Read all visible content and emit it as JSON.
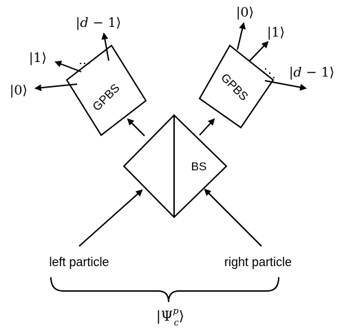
{
  "diagram": {
    "beam_splitter": {
      "label": "BS"
    },
    "gpbs_left": {
      "label": "GPBS"
    },
    "gpbs_right": {
      "label": "GPBS"
    },
    "outputs_left": {
      "ket0": "|0⟩",
      "ket1": "|1⟩",
      "ellipsis": "⋯",
      "ket_last_open": "|",
      "ket_last_var": "d",
      "ket_last_rest": " − 1⟩"
    },
    "outputs_right": {
      "ket0": "|0⟩",
      "ket1": "|1⟩",
      "ellipsis": "⋱",
      "ket_last_open": "|",
      "ket_last_var": "d",
      "ket_last_rest": " − 1⟩"
    },
    "inputs": {
      "left": "left particle",
      "right": "right particle"
    },
    "state": {
      "open": "|Ψ",
      "sub": "c",
      "sup": "p",
      "close": "⟩"
    }
  }
}
